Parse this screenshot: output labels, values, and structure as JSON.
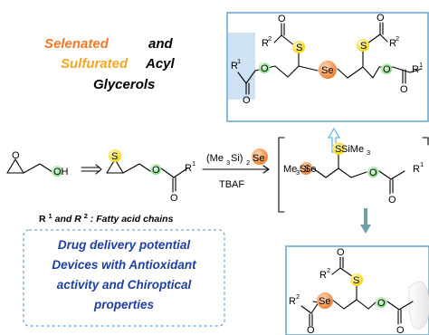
{
  "title": {
    "selenated": "Selenated",
    "and": "and",
    "sulfurated": "Sulfurated",
    "acyl": "Acyl",
    "glycerols": "Glycerols"
  },
  "atoms": {
    "o": "O",
    "oh": "OH",
    "s": "S",
    "se": "Se",
    "r": "R",
    "one": "1",
    "two": "2"
  },
  "reagent": {
    "open": "(Me",
    "three": "3",
    "si": "Si)",
    "two": "2",
    "se": "Se",
    "catalyst": "TBAF"
  },
  "intermediate": {
    "me3": "Me",
    "three": "3",
    "si": "Si",
    "se": "Se",
    "s": "S",
    "sime": "SiMe",
    "sub3": "3"
  },
  "note": {
    "r": "R",
    "one": "1",
    "and": " and R",
    "two": "2",
    "rest": ": Fatty acid chains"
  },
  "callout": {
    "line1": "Drug delivery potential",
    "line2": "Devices with Antioxidant",
    "line3": "activity and Chiroptical",
    "line4": "properties"
  },
  "colors": {
    "selenated": "#f07828",
    "sulfurated": "#f5a623",
    "callout_text": "#1e3f9e",
    "box_border": "#6aa8d6",
    "box_highlight": "#cfe3f4",
    "arrow_blue": "#5bb4e8",
    "arrow_teal": "#6f9faa",
    "sulfur_ball": "#f6e21a",
    "selenium_ball": "#f09a4a",
    "oxygen_ball": "#8fdf8f"
  }
}
